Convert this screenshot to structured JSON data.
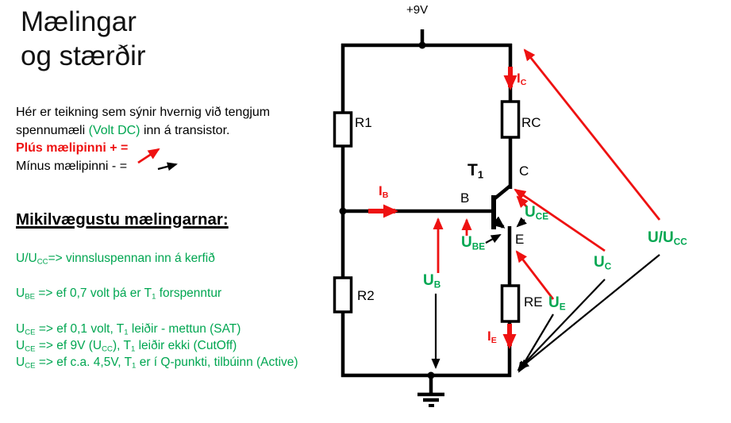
{
  "title": {
    "line1": "Mælingar",
    "line2": "og stærðir"
  },
  "intro": {
    "line1": "Hér er teikning sem sýnir hvernig við tengjum",
    "line2_pre": "spennumæli ",
    "line2_green": "(Volt DC)",
    "line2_post": " inn á transistor.",
    "plus_line": "Plús mælipinni + =",
    "minus_line": "Mínus mælipinni - ="
  },
  "measurements": {
    "heading": "Mikilvægustu mælingarnar:",
    "line1": [
      {
        "t": "U/U"
      },
      {
        "s": "CC"
      },
      {
        "t": "=> vinnsluspennan inn á kerfið"
      }
    ],
    "line2": [
      {
        "t": "U"
      },
      {
        "s": "BE"
      },
      {
        "t": " => ef 0,7 volt þá er T"
      },
      {
        "s": "1"
      },
      {
        "t": " forspenntur"
      }
    ],
    "line3": [
      {
        "t": "U"
      },
      {
        "s": "CE"
      },
      {
        "t": " => ef 0,1 volt, T"
      },
      {
        "s": "1"
      },
      {
        "t": "  leiðir - mettun (SAT)"
      }
    ],
    "line4": [
      {
        "t": "U"
      },
      {
        "s": "CE"
      },
      {
        "t": " => ef 9V (U"
      },
      {
        "s": "CC"
      },
      {
        "t": "), T"
      },
      {
        "s": "1"
      },
      {
        "t": "  leiðir ekki (CutOff)"
      }
    ],
    "line5": [
      {
        "t": "U"
      },
      {
        "s": "CE"
      },
      {
        "t": " => ef c.a. 4,5V, T"
      },
      {
        "s": "1"
      },
      {
        "t": " er í Q-punkti, tilbúinn (Active)"
      }
    ]
  },
  "circuit": {
    "supply_label": "+9V",
    "r1": "R1",
    "r2": "R2",
    "rc": "RC",
    "re": "RE",
    "t1": [
      {
        "t": "T"
      },
      {
        "s": "1"
      }
    ],
    "b": "B",
    "c": "C",
    "e": "E",
    "ib": [
      {
        "t": "I"
      },
      {
        "s": "B"
      }
    ],
    "ic": [
      {
        "t": "I"
      },
      {
        "s": "C"
      }
    ],
    "ie": [
      {
        "t": "I"
      },
      {
        "s": "E"
      }
    ],
    "ub": [
      {
        "t": "U"
      },
      {
        "s": "B"
      }
    ],
    "ube": [
      {
        "t": "U"
      },
      {
        "s": "BE"
      }
    ],
    "uce": [
      {
        "t": "U"
      },
      {
        "s": "CE"
      }
    ],
    "uc": [
      {
        "t": "U"
      },
      {
        "s": "C"
      }
    ],
    "ue": [
      {
        "t": "U"
      },
      {
        "s": "E"
      }
    ],
    "uucc": [
      {
        "t": "U/U"
      },
      {
        "s": "CC"
      }
    ]
  },
  "colors": {
    "red": "#ee1111",
    "green": "#00a651",
    "black": "#000000",
    "background": "#ffffff"
  }
}
